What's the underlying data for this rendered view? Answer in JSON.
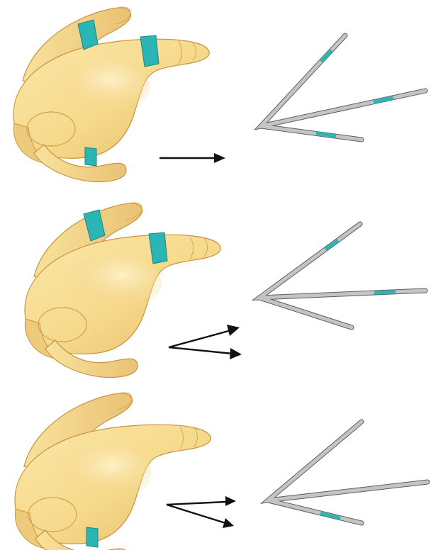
{
  "colors": {
    "background": "#ffffff",
    "skin_light": "#fbe7a8",
    "skin_mid": "#f6d98b",
    "skin_shadow": "#dfb35e",
    "skin_outline": "#c89440",
    "marker": "#2cb5b5",
    "marker_outline": "#1e8585",
    "stick": "#c4c4c4",
    "stick_outline": "#5e5e5e",
    "arrow": "#111111"
  },
  "panels": [
    {
      "hand_icon": "hand-pinch-three-markers-icon",
      "markers_on_hand": 3,
      "arrow_icon": "single-arrow-icon",
      "arrow_count": 1,
      "stick_icon": "three-finger-stick-figure-icon",
      "finger_count": 3,
      "markers_on_stick": 3
    },
    {
      "hand_icon": "hand-pinch-two-markers-icon",
      "markers_on_hand": 2,
      "arrow_icon": "split-arrow-icon",
      "arrow_count": 2,
      "stick_icon": "three-finger-stick-figure-icon",
      "finger_count": 3,
      "markers_on_stick": 2
    },
    {
      "hand_icon": "hand-pinch-one-marker-icon",
      "markers_on_hand": 1,
      "arrow_icon": "split-arrow-icon",
      "arrow_count": 2,
      "stick_icon": "three-finger-stick-figure-icon",
      "finger_count": 3,
      "markers_on_stick": 1
    }
  ]
}
